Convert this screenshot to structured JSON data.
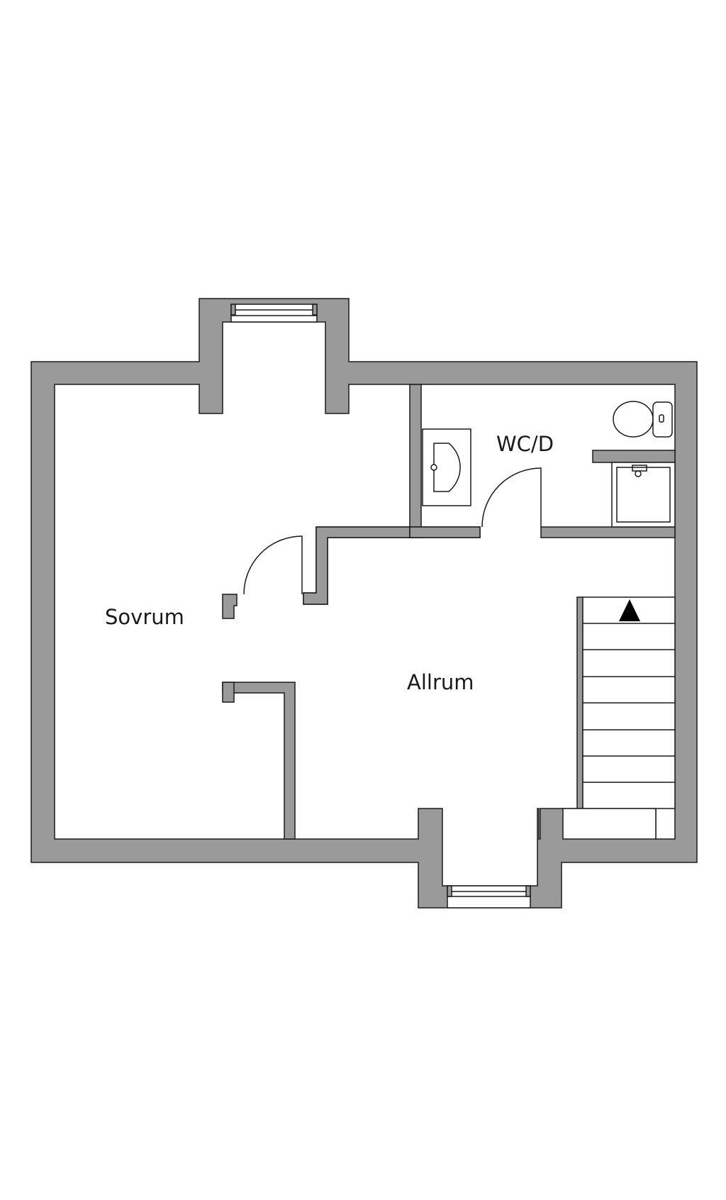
{
  "floor_plan": {
    "rooms": {
      "sovrum": "Sovrum",
      "allrum": "Allrum",
      "wc": "WC/D"
    },
    "colors": {
      "wall_fill": "#9a9a9a",
      "outline": "#1a1a1a",
      "background": "#ffffff"
    },
    "icons": [
      "stair-direction-arrow-icon",
      "toilet-icon",
      "sink-icon",
      "shower-icon",
      "window-icon",
      "door-swing-icon"
    ]
  }
}
